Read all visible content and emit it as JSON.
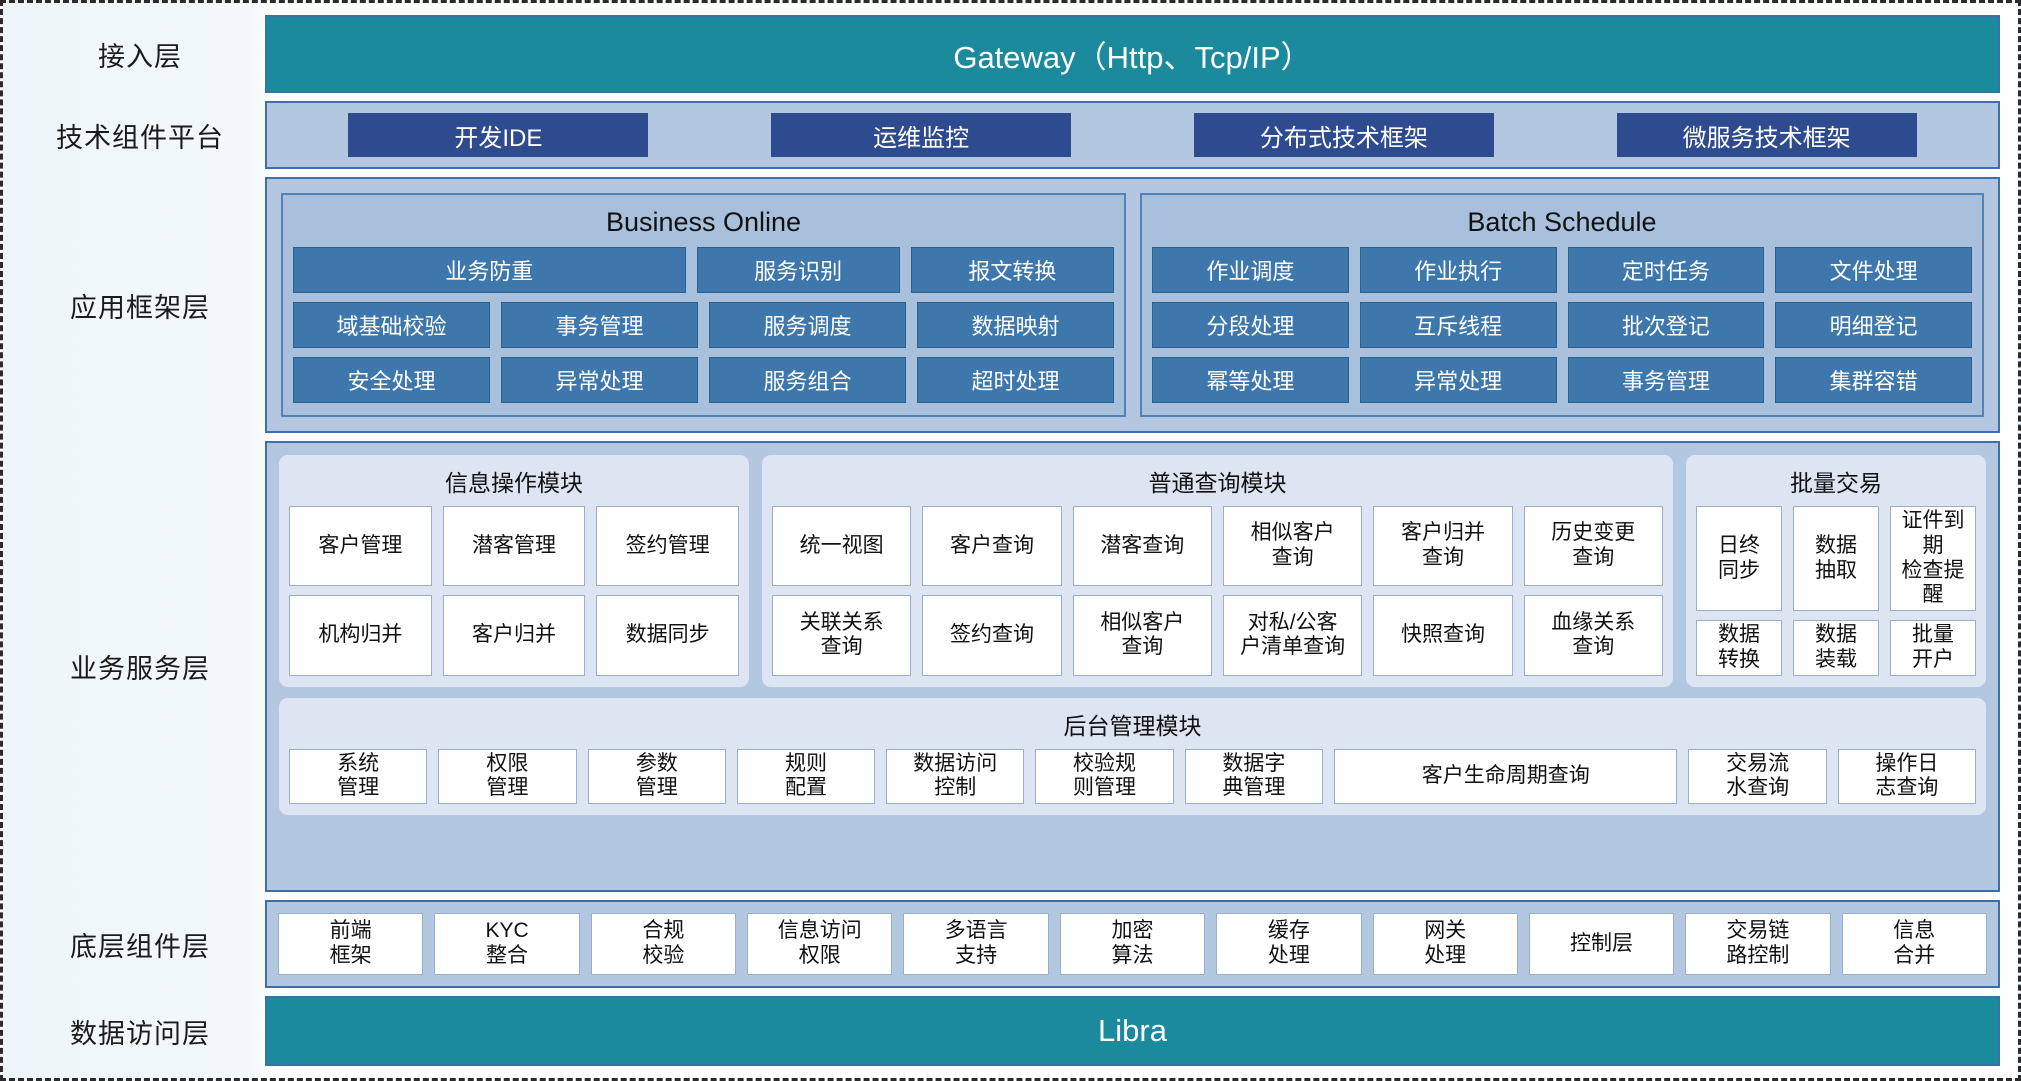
{
  "layers": [
    {
      "label": "接入层"
    },
    {
      "label": "技术组件平台"
    },
    {
      "label": "应用框架层"
    },
    {
      "label": "业务服务层"
    },
    {
      "label": "底层组件层"
    },
    {
      "label": "数据访问层"
    }
  ],
  "gateway": {
    "title": "Gateway（Http、Tcp/IP）"
  },
  "tech_platform": {
    "chips": [
      "开发IDE",
      "运维监控",
      "分布式技术框架",
      "微服务技术框架"
    ]
  },
  "app_framework": {
    "panels": [
      {
        "title": "Business Online",
        "rows": [
          [
            {
              "label": "业务防重",
              "span": 2
            },
            {
              "label": "服务识别",
              "span": 1
            },
            {
              "label": "报文转换",
              "span": 1
            }
          ],
          [
            {
              "label": "域基础校验",
              "span": 1
            },
            {
              "label": "事务管理",
              "span": 1
            },
            {
              "label": "服务调度",
              "span": 1
            },
            {
              "label": "数据映射",
              "span": 1
            }
          ],
          [
            {
              "label": "安全处理",
              "span": 1
            },
            {
              "label": "异常处理",
              "span": 1
            },
            {
              "label": "服务组合",
              "span": 1
            },
            {
              "label": "超时处理",
              "span": 1
            }
          ]
        ]
      },
      {
        "title": "Batch Schedule",
        "rows": [
          [
            {
              "label": "作业调度",
              "span": 1
            },
            {
              "label": "作业执行",
              "span": 1
            },
            {
              "label": "定时任务",
              "span": 1
            },
            {
              "label": "文件处理",
              "span": 1
            }
          ],
          [
            {
              "label": "分段处理",
              "span": 1
            },
            {
              "label": "互斥线程",
              "span": 1
            },
            {
              "label": "批次登记",
              "span": 1
            },
            {
              "label": "明细登记",
              "span": 1
            }
          ],
          [
            {
              "label": "幂等处理",
              "span": 1
            },
            {
              "label": "异常处理",
              "span": 1
            },
            {
              "label": "事务管理",
              "span": 1
            },
            {
              "label": "集群容错",
              "span": 1
            }
          ]
        ]
      }
    ]
  },
  "business_service": {
    "info_module": {
      "title": "信息操作模块",
      "rows": [
        [
          "客户管理",
          "潜客管理",
          "签约管理"
        ],
        [
          "机构归并",
          "客户归并",
          "数据同步"
        ]
      ]
    },
    "query_module": {
      "title": "普通查询模块",
      "rows": [
        [
          "统一视图",
          "客户查询",
          "潜客查询",
          "相似客户\n查询",
          "客户归并\n查询",
          "历史变更\n查询"
        ],
        [
          "关联关系\n查询",
          "签约查询",
          "相似客户\n查询",
          "对私/公客\n户清单查询",
          "快照查询",
          "血缘关系\n查询"
        ]
      ]
    },
    "batch_module": {
      "title": "批量交易",
      "rows": [
        [
          "日终\n同步",
          "数据\n抽取",
          "证件到期\n检查提醒"
        ],
        [
          "数据\n转换",
          "数据\n装载",
          "批量\n开户"
        ]
      ]
    },
    "admin_module": {
      "title": "后台管理模块",
      "cells": [
        {
          "label": "系统\n管理",
          "wide": false
        },
        {
          "label": "权限\n管理",
          "wide": false
        },
        {
          "label": "参数\n管理",
          "wide": false
        },
        {
          "label": "规则\n配置",
          "wide": false
        },
        {
          "label": "数据访问\n控制",
          "wide": false
        },
        {
          "label": "校验规\n则管理",
          "wide": false
        },
        {
          "label": "数据字\n典管理",
          "wide": false
        },
        {
          "label": "客户生命周期查询",
          "wide": true
        },
        {
          "label": "交易流\n水查询",
          "wide": false
        },
        {
          "label": "操作日\n志查询",
          "wide": false
        }
      ]
    }
  },
  "base_components": {
    "cells": [
      "前端\n框架",
      "KYC\n整合",
      "合规\n校验",
      "信息访问\n权限",
      "多语言\n支持",
      "加密\n算法",
      "缓存\n处理",
      "网关\n处理",
      "控制层",
      "交易链\n路控制",
      "信息\n合并"
    ]
  },
  "data_access": {
    "title": "Libra"
  },
  "colors": {
    "teal": "#1a8a9c",
    "band_blue": "#b4c7e0",
    "chip_navy": "#2e4b8f",
    "chip_blue": "#3e77ab",
    "panel_light": "#dde5f2",
    "border_blue": "#3f6fa8"
  }
}
